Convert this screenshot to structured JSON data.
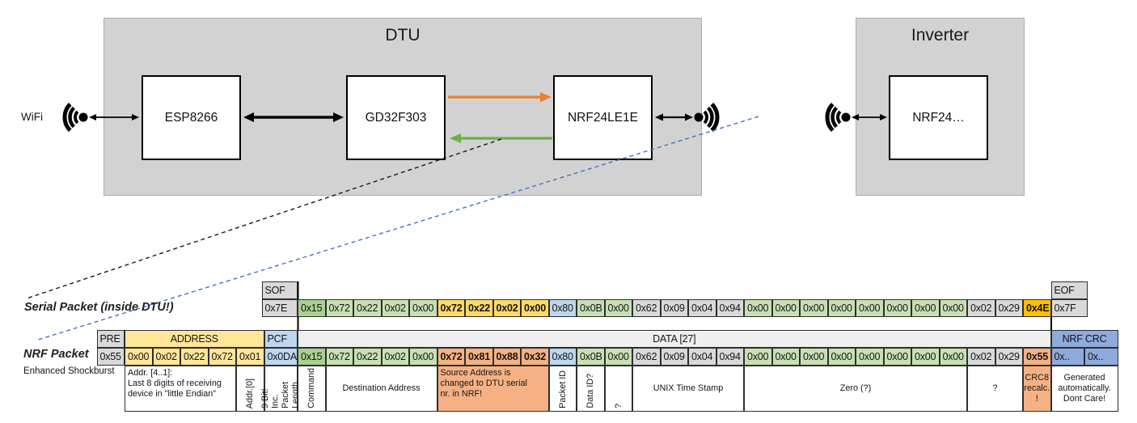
{
  "diagram": {
    "dtu_title": "DTU",
    "inverter_title": "Inverter",
    "wifi_label": "WiFi",
    "esp_label": "ESP8266",
    "gd32_label": "GD32F303",
    "nrf_dtu_label": "NRF24LE1E",
    "nrf_inverter_label": "NRF24…"
  },
  "serial_packet": {
    "label": "Serial Packet (inside DTU!)",
    "sof_header": "SOF",
    "sof_value": "0x7E",
    "eof_header": "EOF",
    "eof_value": "0x7F",
    "bytes": [
      {
        "v": "0x15",
        "c": "g2"
      },
      {
        "v": "0x72",
        "c": "g1"
      },
      {
        "v": "0x22",
        "c": "g1"
      },
      {
        "v": "0x02",
        "c": "g1"
      },
      {
        "v": "0x00",
        "c": "g1"
      },
      {
        "v": "0x72",
        "c": "yb",
        "b": true
      },
      {
        "v": "0x22",
        "c": "yb",
        "b": true
      },
      {
        "v": "0x02",
        "c": "yb",
        "b": true
      },
      {
        "v": "0x00",
        "c": "yb",
        "b": true
      },
      {
        "v": "0x80",
        "c": "bl"
      },
      {
        "v": "0x0B",
        "c": "g1"
      },
      {
        "v": "0x00",
        "c": "g1"
      },
      {
        "v": "0x62",
        "c": "gy"
      },
      {
        "v": "0x09",
        "c": "gy"
      },
      {
        "v": "0x04",
        "c": "gy"
      },
      {
        "v": "0x94",
        "c": "gy"
      },
      {
        "v": "0x00",
        "c": "g1"
      },
      {
        "v": "0x00",
        "c": "g1"
      },
      {
        "v": "0x00",
        "c": "g1"
      },
      {
        "v": "0x00",
        "c": "g1"
      },
      {
        "v": "0x00",
        "c": "g1"
      },
      {
        "v": "0x00",
        "c": "g1"
      },
      {
        "v": "0x00",
        "c": "g1"
      },
      {
        "v": "0x00",
        "c": "g1"
      },
      {
        "v": "0x02",
        "c": "gy"
      },
      {
        "v": "0x29",
        "c": "gy"
      },
      {
        "v": "0x4E",
        "c": "gd",
        "b": true
      }
    ]
  },
  "nrf_packet": {
    "label": "NRF Packet",
    "sublabel": "Enhanced Shockburst",
    "pre_header": "PRE",
    "pre_value": "0x55",
    "address_header": "ADDRESS",
    "address_values": [
      "0x00",
      "0x02",
      "0x22",
      "0x72",
      "0x01"
    ],
    "pcf_header": "PCF",
    "pcf_value": "0x0DA",
    "data_header": "DATA [27]",
    "bytes": [
      {
        "v": "0x15",
        "c": "g2"
      },
      {
        "v": "0x72",
        "c": "g1"
      },
      {
        "v": "0x22",
        "c": "g1"
      },
      {
        "v": "0x02",
        "c": "g1"
      },
      {
        "v": "0x00",
        "c": "g1"
      },
      {
        "v": "0x72",
        "c": "sa",
        "b": true
      },
      {
        "v": "0x81",
        "c": "sa",
        "b": true
      },
      {
        "v": "0x88",
        "c": "sa",
        "b": true
      },
      {
        "v": "0x32",
        "c": "sa",
        "b": true
      },
      {
        "v": "0x80",
        "c": "bl"
      },
      {
        "v": "0x0B",
        "c": "g1"
      },
      {
        "v": "0x00",
        "c": "g1"
      },
      {
        "v": "0x62",
        "c": "gy"
      },
      {
        "v": "0x09",
        "c": "gy"
      },
      {
        "v": "0x04",
        "c": "gy"
      },
      {
        "v": "0x94",
        "c": "gy"
      },
      {
        "v": "0x00",
        "c": "g1"
      },
      {
        "v": "0x00",
        "c": "g1"
      },
      {
        "v": "0x00",
        "c": "g1"
      },
      {
        "v": "0x00",
        "c": "g1"
      },
      {
        "v": "0x00",
        "c": "g1"
      },
      {
        "v": "0x00",
        "c": "g1"
      },
      {
        "v": "0x00",
        "c": "g1"
      },
      {
        "v": "0x00",
        "c": "g1"
      },
      {
        "v": "0x02",
        "c": "gy"
      },
      {
        "v": "0x29",
        "c": "gy"
      },
      {
        "v": "0x55",
        "c": "sa",
        "b": true
      }
    ],
    "crc_header": "NRF CRC",
    "crc_values": [
      "0x..",
      "0x.."
    ]
  },
  "annotations": [
    {
      "id": "addr-4-1-note",
      "area": "addr",
      "col": 0,
      "span": 4,
      "align": "left",
      "text": "Addr. [4..1]:\nLast 8 digits of receiving\ndevice in \"little Endian\""
    },
    {
      "id": "addr-0-note",
      "area": "addr",
      "col": 4,
      "span": 1,
      "vertical": true,
      "text": "Addr.[0]"
    },
    {
      "id": "pcf-note",
      "area": "pcf",
      "vertical": true,
      "text": "9 Bit!\nInc. Packet\nLength"
    },
    {
      "id": "command-note",
      "area": "data",
      "col": 0,
      "span": 1,
      "vertical": true,
      "text": "Command"
    },
    {
      "id": "destination-address-note",
      "area": "data",
      "col": 1,
      "span": 4,
      "text": "Destination Address"
    },
    {
      "id": "source-address-note",
      "area": "data",
      "col": 5,
      "span": 4,
      "color": "sa",
      "align": "left",
      "text": "Source Address is\nchanged to DTU serial\nnr. in NRF!"
    },
    {
      "id": "packet-id-note",
      "area": "data",
      "col": 9,
      "span": 1,
      "vertical": true,
      "text": "Packet ID"
    },
    {
      "id": "data-id-note",
      "area": "data",
      "col": 10,
      "span": 1,
      "vertical": true,
      "text": "Data ID?"
    },
    {
      "id": "unknown-byte-note",
      "area": "data",
      "col": 11,
      "span": 1,
      "vertical": true,
      "text": "?"
    },
    {
      "id": "unix-time-stamp-note",
      "area": "data",
      "col": 12,
      "span": 4,
      "text": "UNIX Time Stamp"
    },
    {
      "id": "zero-note",
      "area": "data",
      "col": 16,
      "span": 8,
      "text": "Zero (?)"
    },
    {
      "id": "unknown-pair-note",
      "area": "data",
      "col": 24,
      "span": 2,
      "text": "?"
    },
    {
      "id": "crc8-note",
      "area": "data",
      "col": 26,
      "span": 1,
      "color": "sa",
      "text": "CRC8\nrecalc.\n!"
    },
    {
      "id": "nrf-crc-note",
      "area": "crc",
      "text": "Generated\nautomatically.\nDont Care!"
    }
  ],
  "colors": {
    "gy": "#D9D9D9",
    "g1": "#C6E0B4",
    "g2": "#A9D08E",
    "yl": "#FFE699",
    "yb": "#FFD966",
    "gd": "#FFC000",
    "sa": "#F5B183",
    "bl": "#BDD7EE",
    "bm": "#8FAADC",
    "dh": "#EFEFEF",
    "wh": "#FFFFFF",
    "orange_arrow": "#ED7D31",
    "green_arrow": "#70AD47",
    "blue_dash": "#4472C4"
  }
}
